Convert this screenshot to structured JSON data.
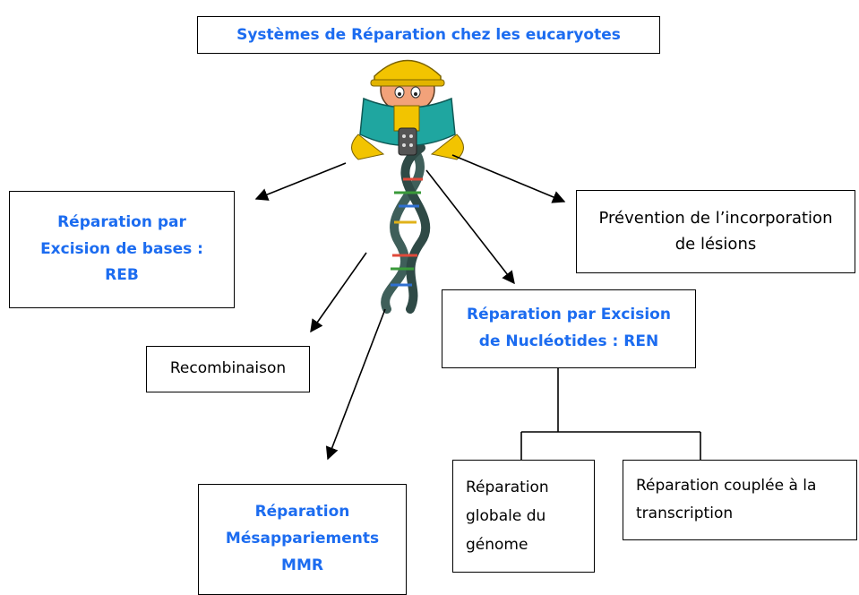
{
  "title": "Systèmes de Réparation chez les eucaryotes",
  "nodes": {
    "reb": "Réparation par\nExcision de bases :\nREB",
    "prevention": "Prévention de l’incorporation\nde lésions",
    "ren": "Réparation par Excision\nde Nucléotides : REN",
    "recombinaison": "Recombinaison",
    "mmr": "Réparation\nMésappariements\nMMR",
    "globale": "Réparation\nglobale du\ngénome",
    "couplee": "Réparation couplée à la\ntranscription"
  },
  "colors": {
    "accent_text": "#1c6cf0",
    "border": "#000000",
    "helmet": "#f2c400",
    "shirt": "#1fa6a0",
    "dna_strand": "#3f5f5a"
  },
  "illustration": {
    "icon": "worker-repairing-dna-icon"
  }
}
